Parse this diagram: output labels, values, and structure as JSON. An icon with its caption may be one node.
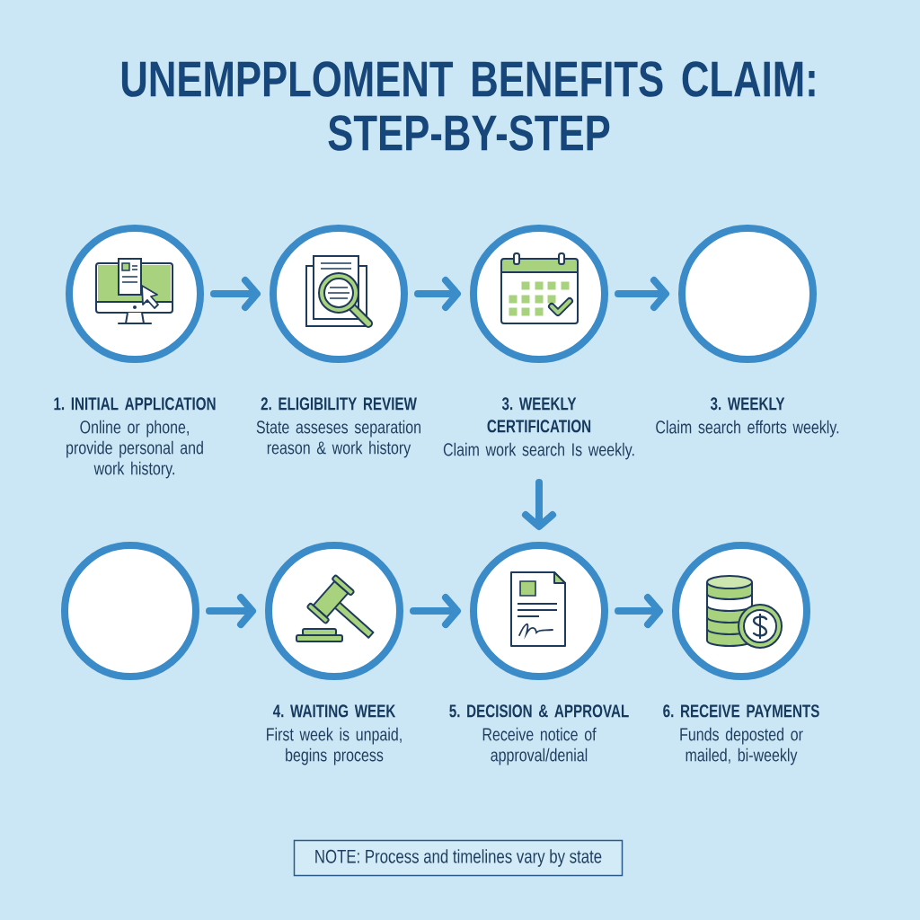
{
  "diagram": {
    "title": "UNEMPPLOMENT BENEFITS CLAIM: STEP-BY-STEP",
    "nodes": [
      {
        "text": [
          "1. INITIAL APPLICATION",
          "Online or phone, provide personal and work history."
        ]
      },
      {
        "text": [
          "2. ELIGIBILITY REVIEW",
          "State asseses separation reason & work history"
        ]
      },
      {
        "text": [
          "3. WEEKLY CERTIFICATION",
          "Claim work search Is weekly."
        ]
      },
      {
        "text": [
          "3. WEEKLY",
          "Claim search efforts weekly."
        ]
      },
      {
        "text": [],
        "shape": "circle"
      },
      {
        "text": [
          "4. WAITING WEEK",
          "First week is unpaid, begins process"
        ]
      },
      {
        "text": [
          "5. DECISION & APPROVAL",
          "Receive notice of approval/denial"
        ]
      },
      {
        "text": [
          "6. RECEIVE PAYMENTS",
          "Funds deposted or mailed, bi-weekly"
        ]
      },
      {
        "text": [
          "NOTE: Process and timelines vary by state"
        ]
      }
    ],
    "edges": [
      {
        "from": 0,
        "to": 1,
        "arrow": "to"
      },
      {
        "from": 1,
        "to": 2,
        "arrow": "to"
      },
      {
        "from": 2,
        "to": 3,
        "arrow": "to"
      },
      {
        "from": 2,
        "to": 6,
        "arrow": "to"
      },
      {
        "from": 4,
        "to": 5,
        "arrow": "to"
      },
      {
        "from": 5,
        "to": 6,
        "arrow": "to"
      },
      {
        "from": 6,
        "to": 7,
        "arrow": "to"
      }
    ]
  }
}
